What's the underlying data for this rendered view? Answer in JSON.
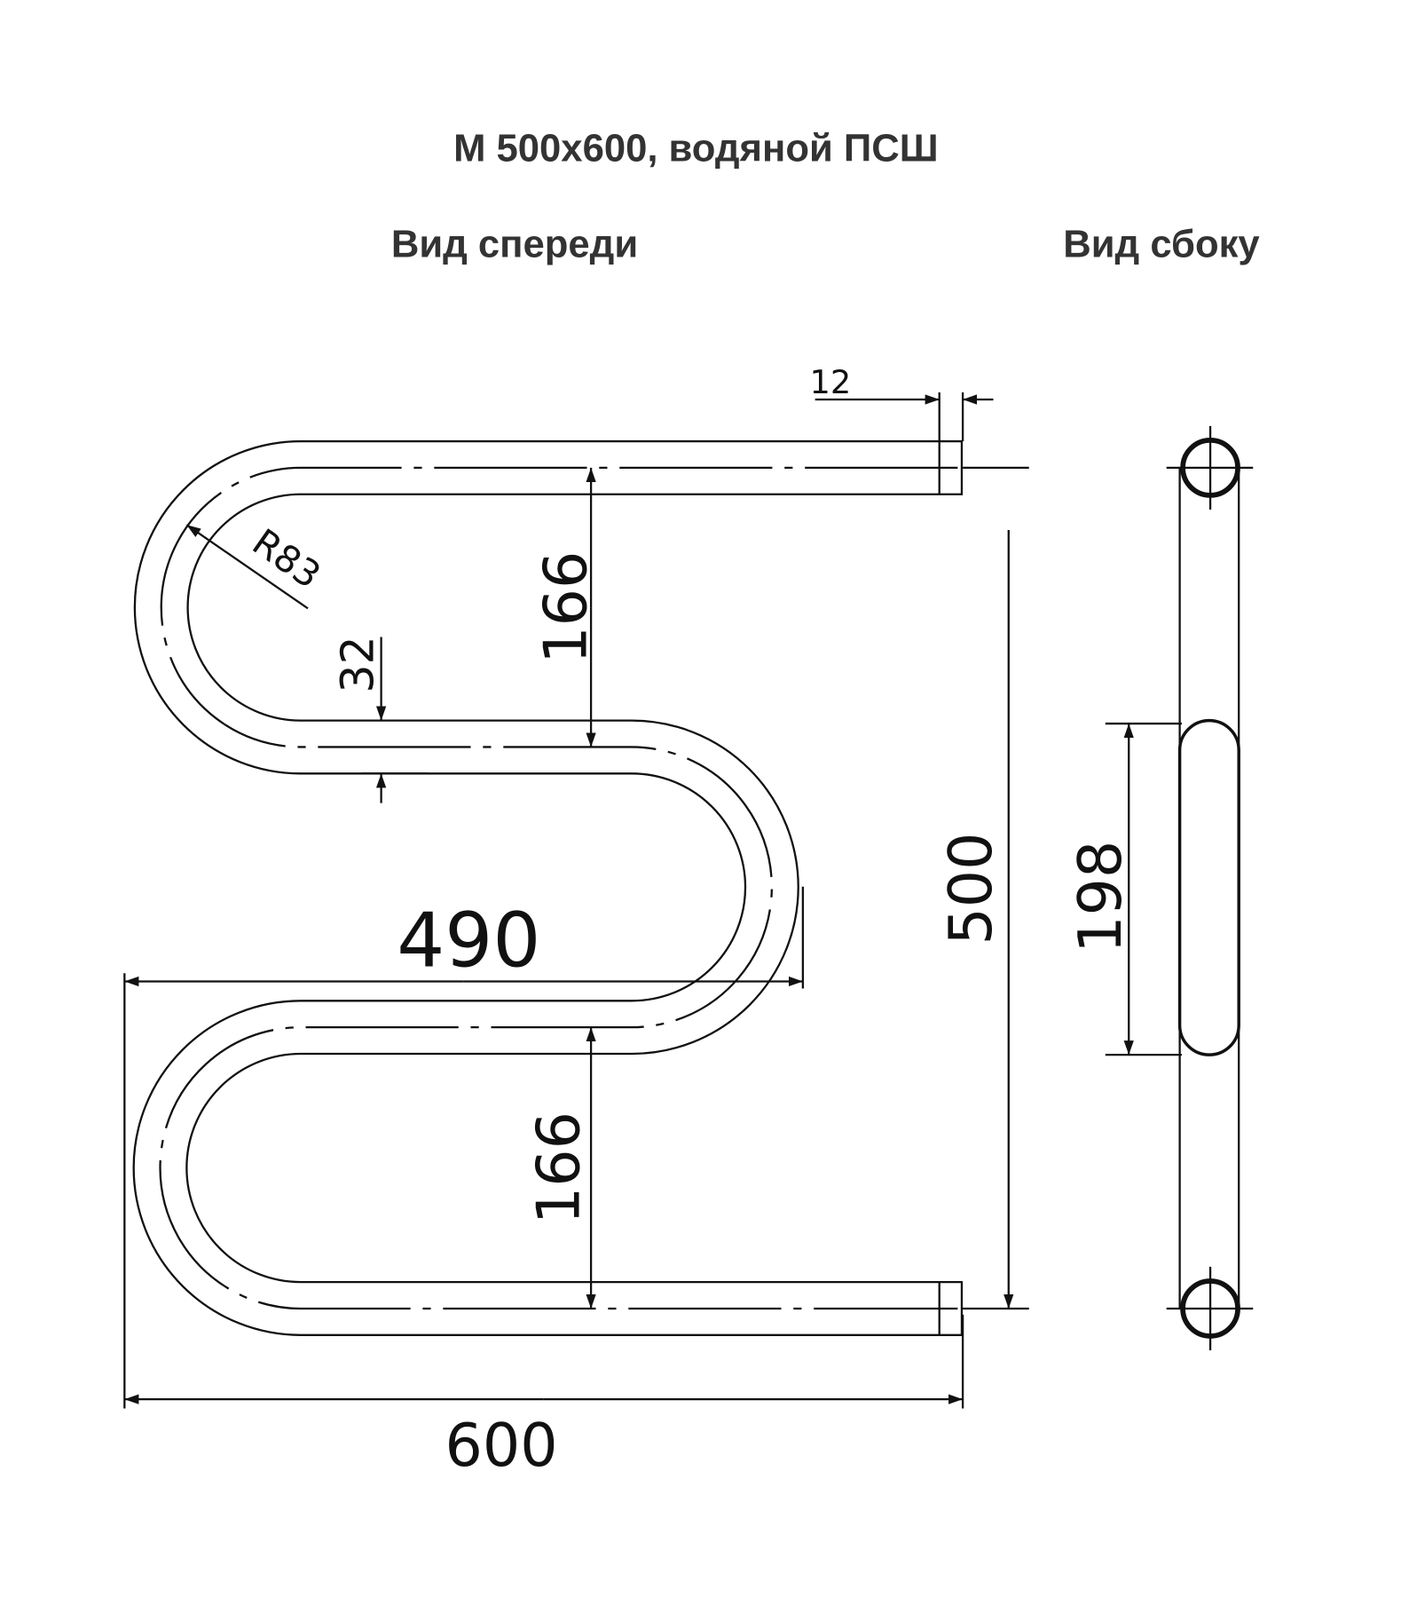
{
  "title": "М 500х600, водяной ПСШ",
  "views": {
    "front": "Вид спереди",
    "side": "Вид сбоку"
  },
  "dimensions": {
    "end_cap": "12",
    "radius": "R83",
    "top_gap": "166",
    "tube_diameter": "32",
    "inner_width": "490",
    "height": "500",
    "bottom_gap": "166",
    "total_width": "600",
    "side_depth": "198"
  },
  "colors": {
    "line": "#111111",
    "title": "#333333"
  }
}
